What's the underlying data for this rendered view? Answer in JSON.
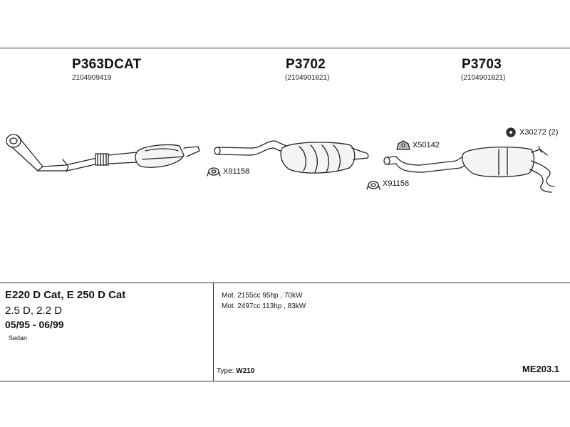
{
  "parts": [
    {
      "number": "P363DCAT",
      "oem": "2104909419"
    },
    {
      "number": "P3702",
      "oem": "(2104901821)"
    },
    {
      "number": "P3703",
      "oem": "(2104901821)"
    }
  ],
  "accessories": {
    "clamp_left": "X91158",
    "clamp_right": "X91158",
    "rubber_mount": "X50142",
    "gasket": "X30272 (2)"
  },
  "vehicle": {
    "models": "E220 D Cat, E 250 D Cat",
    "engines": "2.5 D, 2.2 D",
    "years": "05/95 - 06/99",
    "body": "Sedan"
  },
  "motors": [
    "Mot. 2155cc 95hp , 70kW",
    "Mot. 2497cc 113hp , 83kW"
  ],
  "type_label": "Type:",
  "type_value": "W210",
  "diagram_id": "ME203.1"
}
